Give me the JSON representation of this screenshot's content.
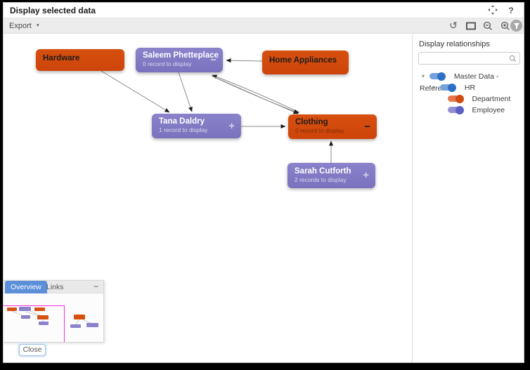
{
  "titlebar": {
    "title": "Display selected data",
    "help_label": "?"
  },
  "toolbar": {
    "export_label": "Export"
  },
  "icons": {
    "caret_down": "▾",
    "undo": "↺",
    "minus": "−",
    "plus": "+"
  },
  "graph": {
    "nodes": [
      {
        "label": "Hardware",
        "kind": "department",
        "subtitle": "",
        "badge": ""
      },
      {
        "label": "Saleem Phetteplace",
        "kind": "employee",
        "subtitle": "0 record to display",
        "badge": "−"
      },
      {
        "label": "Home Appliances",
        "kind": "department",
        "subtitle": "",
        "badge": ""
      },
      {
        "label": "Tana Daldry",
        "kind": "employee",
        "subtitle": "1 record to display",
        "badge": "+"
      },
      {
        "label": "Clothing",
        "kind": "department",
        "subtitle": "0 record to display",
        "badge": "−"
      },
      {
        "label": "Sarah Cutforth",
        "kind": "employee",
        "subtitle": "2 records to display",
        "badge": "+"
      }
    ],
    "edges": [
      {
        "from": "Hardware",
        "to": "Tana Daldry"
      },
      {
        "from": "Saleem Phetteplace",
        "to": "Tana Daldry"
      },
      {
        "from": "Home Appliances",
        "to": "Saleem Phetteplace"
      },
      {
        "from": "Clothing",
        "to": "Saleem Phetteplace"
      },
      {
        "from": "Saleem Phetteplace",
        "to": "Clothing"
      },
      {
        "from": "Saleem Phetteplace",
        "to": "Clothing"
      },
      {
        "from": "Tana Daldry",
        "to": "Clothing"
      },
      {
        "from": "Sarah Cutforth",
        "to": "Clothing"
      }
    ]
  },
  "sidebar": {
    "title": "Display relationships",
    "search_placeholder": "",
    "tree": [
      {
        "label": "Master Data - Reference",
        "toggle": "blue",
        "expanded": true
      },
      {
        "label": "HR",
        "toggle": "blue",
        "expanded": true
      },
      {
        "label": "Department",
        "toggle": "orange"
      },
      {
        "label": "Employee",
        "toggle": "purple"
      }
    ]
  },
  "overview": {
    "tabs": [
      {
        "label": "Overview",
        "active": true
      },
      {
        "label": "Links",
        "active": false
      }
    ],
    "minimize_label": "−",
    "close_label": "Close"
  },
  "colors": {
    "orange": "#d8500f",
    "orange-dark": "#cc4409",
    "purple": "#8a82ca",
    "purple-dark": "#7a72bd",
    "blue": "#5b8fd9",
    "magenta": "#ff2bd9"
  }
}
